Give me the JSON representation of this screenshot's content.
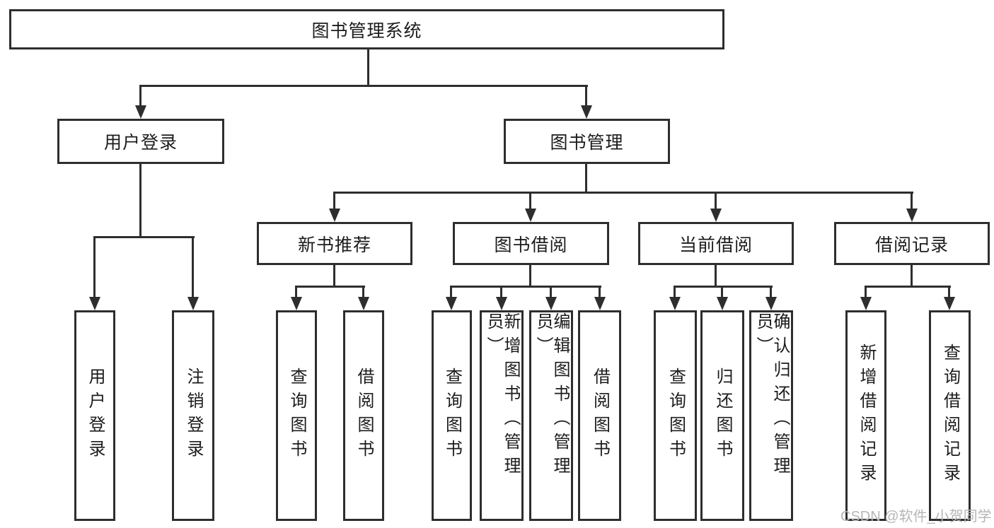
{
  "colors": {
    "line": "#2e2e2e",
    "text": "#1c1c1c",
    "watermark": "#b6b6b6",
    "background": "#ffffff"
  },
  "tree": {
    "root": {
      "label": "图书管理系统"
    },
    "user_login": {
      "label": "用户登录",
      "children": [
        {
          "label": "用户登录"
        },
        {
          "label": "注销登录"
        }
      ]
    },
    "book_mgmt": {
      "label": "图书管理",
      "groups": [
        {
          "label": "新书推荐",
          "children": [
            {
              "label": "查询图书"
            },
            {
              "label": "借阅图书"
            }
          ]
        },
        {
          "label": "图书借阅",
          "children": [
            {
              "label": "查询图书"
            },
            {
              "label": "新增图书（管理员）"
            },
            {
              "label": "编辑图书（管理员）"
            },
            {
              "label": "借阅图书"
            }
          ]
        },
        {
          "label": "当前借阅",
          "children": [
            {
              "label": "查询图书"
            },
            {
              "label": "归还图书"
            },
            {
              "label": "确认归还（管理员）"
            }
          ]
        },
        {
          "label": "借阅记录",
          "children": [
            {
              "label": "新增借阅记录"
            },
            {
              "label": "查询借阅记录"
            }
          ]
        }
      ]
    },
    "watermark": "CSDN @软件_小贺同学"
  }
}
